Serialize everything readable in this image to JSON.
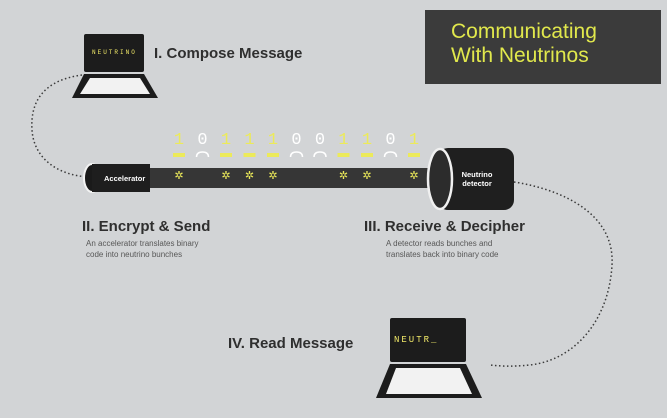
{
  "title": {
    "line1": "Communicating",
    "line2": "With Neutrinos"
  },
  "steps": {
    "compose": {
      "heading": "I. Compose Message"
    },
    "encrypt": {
      "heading": "II. Encrypt & Send",
      "desc1": "An accelerator translates binary",
      "desc2": "code into neutrino bunches"
    },
    "receive": {
      "heading": "III. Receive & Decipher",
      "desc1": "A detector reads bunches and",
      "desc2": "translates back into binary code"
    },
    "read": {
      "heading": "IV. Read Message"
    }
  },
  "laptop_top": {
    "screen_text": "NEUTRINO"
  },
  "laptop_bottom": {
    "screen_text": "NEUTR_"
  },
  "accelerator": {
    "label": "Accelerator"
  },
  "detector": {
    "line1": "Neutrino",
    "line2": "detector"
  },
  "binary": {
    "bits": [
      "1",
      "0",
      "1",
      "1",
      "1",
      "0",
      "0",
      "1",
      "1",
      "0",
      "1"
    ],
    "bunch_symbol": "✲"
  },
  "colors": {
    "background": "#d2d4d6",
    "title_box": "#3b3b3b",
    "title_text": "#e1e84c",
    "bit_one": "#ecea5a",
    "bit_zero": "#ffffff",
    "tube": "#2b2b2b"
  }
}
